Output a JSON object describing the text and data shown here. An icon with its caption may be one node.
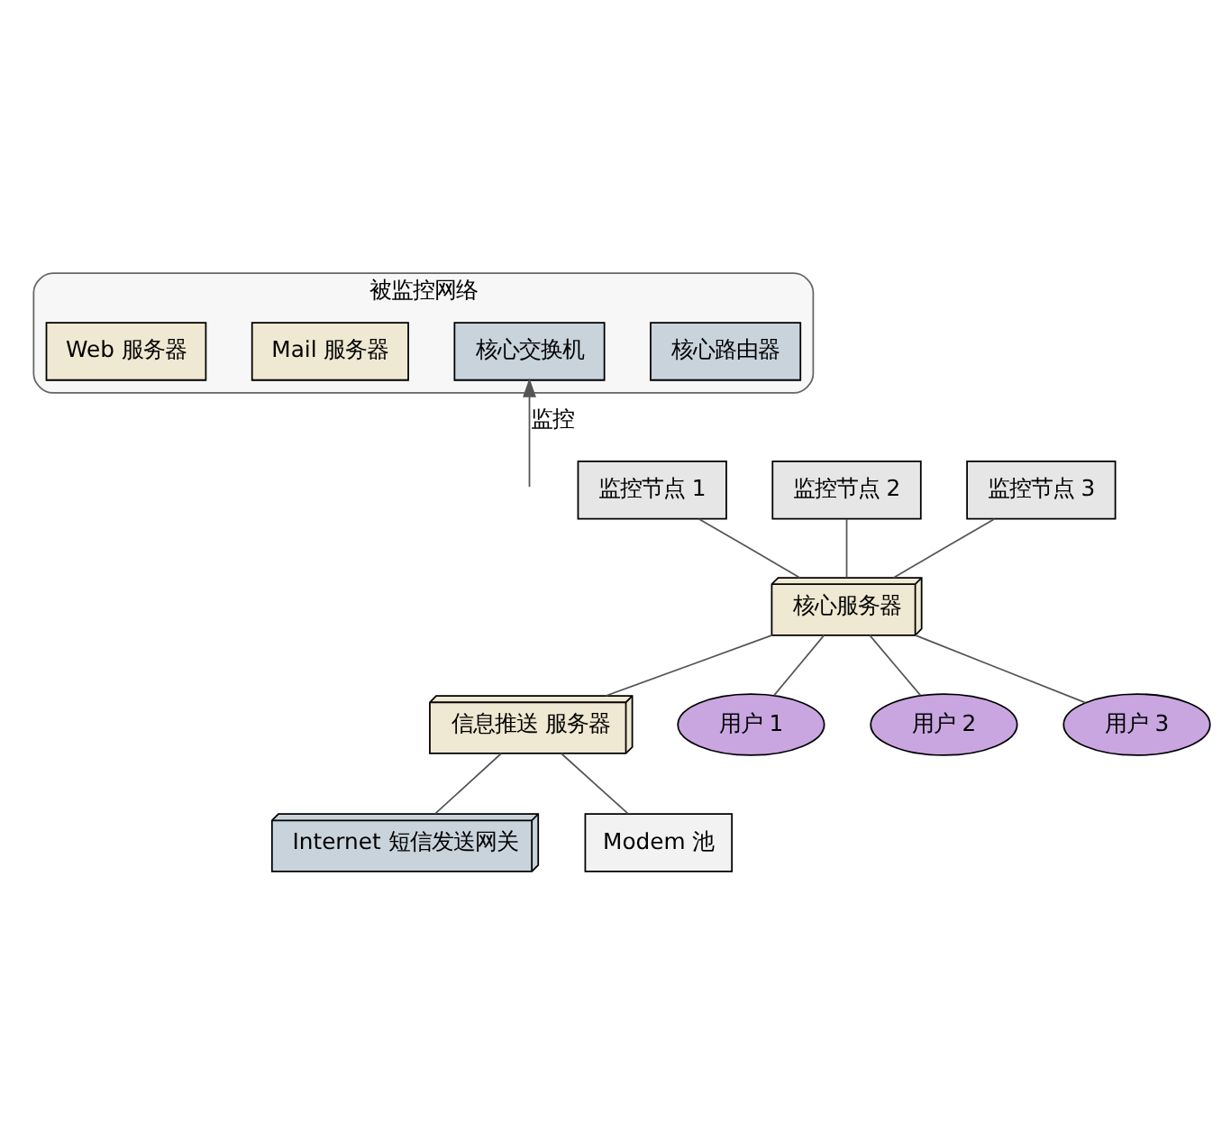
{
  "diagram": {
    "nodes": [
      {
        "text": [
          "被监控网络"
        ]
      },
      {
        "text": [
          "核心路由器"
        ],
        "in": 0
      },
      {
        "text": [
          "核心交换机"
        ],
        "in": 0
      },
      {
        "text": [
          "Mail 服务器"
        ],
        "in": 0
      },
      {
        "text": [
          "Web 服务器"
        ],
        "in": 0
      },
      {
        "text": [
          "监控节点 1"
        ]
      },
      {
        "text": [
          "监控节点 2"
        ]
      },
      {
        "text": [
          "监控节点 3"
        ]
      },
      {
        "text": [
          "核心服务器"
        ]
      },
      {
        "text": [
          "信息推送 服务器"
        ]
      },
      {
        "text": [
          "Internet 短信发送网关"
        ]
      },
      {
        "text": [
          "Modem 池"
        ]
      },
      {
        "text": [
          "用户 1"
        ]
      },
      {
        "text": [
          "用户 2"
        ]
      },
      {
        "text": [
          "用户 3"
        ]
      }
    ],
    "edges": [
      {
        "from": null,
        "to": 2,
        "arrow": "to",
        "label": "监控"
      },
      {
        "from": 5,
        "to": 8,
        "arrow": "none"
      },
      {
        "from": 6,
        "to": 8,
        "arrow": "none"
      },
      {
        "from": 7,
        "to": 8,
        "arrow": "none"
      },
      {
        "from": 8,
        "to": 9,
        "arrow": "none"
      },
      {
        "from": 9,
        "to": 10,
        "arrow": "none"
      },
      {
        "from": 9,
        "to": 11,
        "arrow": "none"
      },
      {
        "from": 12,
        "to": 8,
        "arrow": "none"
      },
      {
        "from": 13,
        "to": 8,
        "arrow": "none"
      },
      {
        "from": 14,
        "to": 8,
        "arrow": "none"
      }
    ]
  }
}
